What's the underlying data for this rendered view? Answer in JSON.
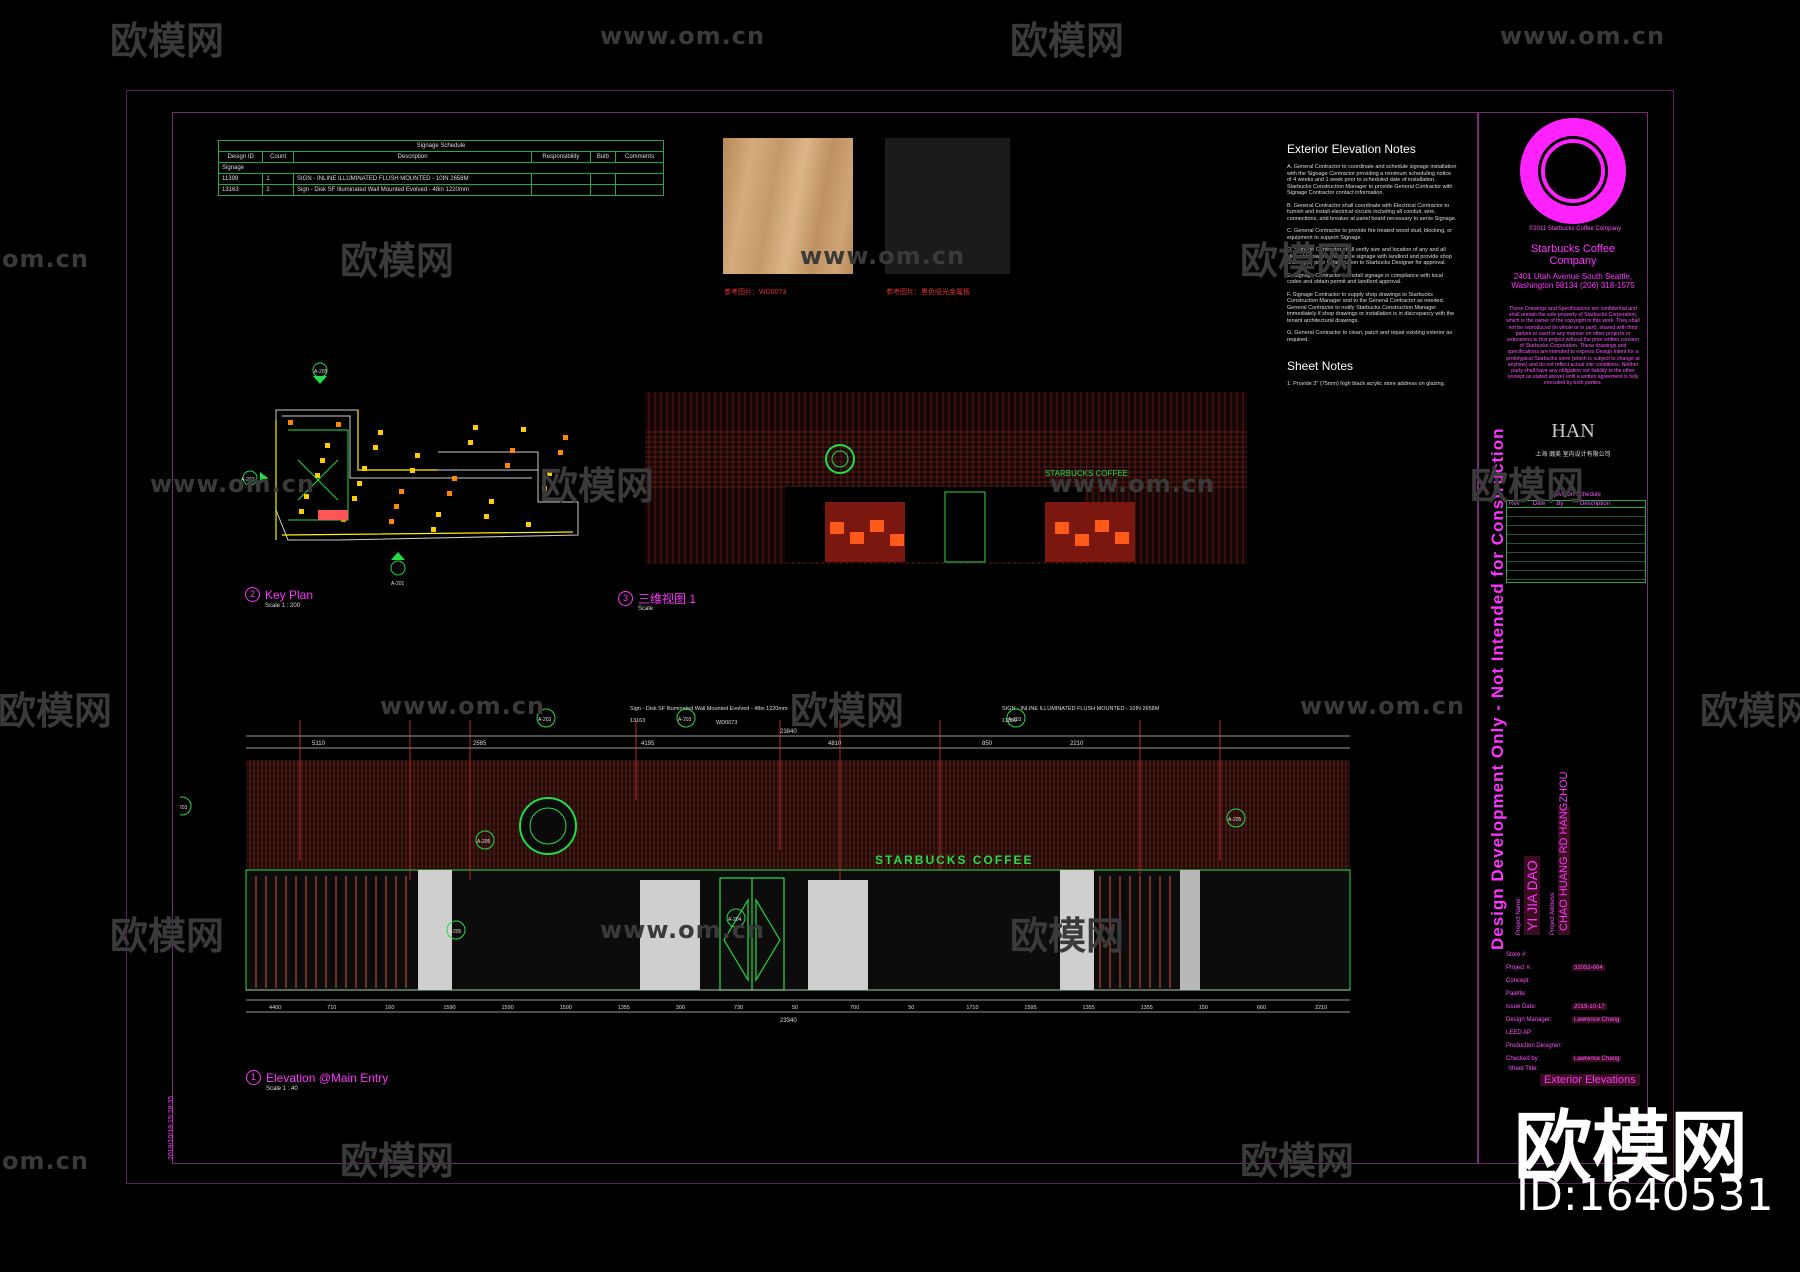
{
  "watermarks": {
    "brand_cn": "欧模网",
    "url": "www.om.cn",
    "url_short": "om.cn",
    "id_label": "ID:1640531"
  },
  "schedule": {
    "title": "Signage Schedule",
    "headers": [
      "Design ID",
      "Count",
      "Description",
      "Responsibility",
      "Bulb",
      "Comments"
    ],
    "subheader": "Signage",
    "rows": [
      {
        "id": "11399",
        "count": "1",
        "desc": "SIGN - INLINE ILLUMINATED FLUSH MOUNTED - 10IN 2658M",
        "resp": "",
        "bulb": "",
        "comments": ""
      },
      {
        "id": "13163",
        "count": "2",
        "desc": "Sign - Disk SF Illuminated Wall Mounted Evolved - 48in 1220mm",
        "resp": "",
        "bulb": "",
        "comments": ""
      }
    ]
  },
  "materials": [
    {
      "caption": "参考图片：WD0073",
      "color": "#c9a070"
    },
    {
      "caption": "参考图片：黑色哑光金属板",
      "color": "#1c1a18"
    }
  ],
  "exterior_notes": {
    "title": "Exterior Elevation Notes",
    "items": [
      "A. General Contractor to coordinate and schedule signage installation with the Signage Contractor providing a minimum scheduling notice of 4 weeks and 1 week prior to scheduled date of installation. Starbucks Construction Manager to provide General Contractor with Signage Contractor contact information.",
      "B. General Contractor shall coordinate with Electrical Contractor to furnish and install electrical circuits including all conduit, wire, connections, and breaker at panel board necessary to serve Signage.",
      "C. General Contractor to provide fire treated wood stud, blocking, or equipment to support Signage.",
      "D. Signage Contractor shall verify size and location of any and all allowable placement of pole signage with landlord and provide shop drawing(s) prior to fabrication to Starbucks Designer for approval.",
      "E. Signage Contractor to install signage in compliance with local codes and obtain permit and landlord approval.",
      "F. Signage Contractor to supply shop drawings to Starbucks Construction Manager and to the General Contractor as needed. General Contractor to notify Starbucks Construction Manager immediately if shop drawings or installation is in discrepancy with the tenant architectural drawings.",
      "G. General Contractor to clean, patch and repair existing exterior as required."
    ]
  },
  "sheet_notes": {
    "title": "Sheet Notes",
    "items": [
      "1. Provide 3\" (75mm) high black acrylic store address on glazing."
    ]
  },
  "views": {
    "key_plan": {
      "num": "2",
      "title": "Key Plan",
      "scale": "Scale 1 : 200"
    },
    "three_d": {
      "num": "3",
      "title": "三维视图 1",
      "scale": "Scale"
    },
    "elevation": {
      "num": "1",
      "title": "Elevation @Main Entry",
      "scale": "Scale 1 : 40"
    }
  },
  "elevation": {
    "top_dims": [
      "5110",
      "2585",
      "4195",
      "4810",
      "850",
      "2210"
    ],
    "overall_top": "23840",
    "bottom_dims": [
      "4400",
      "710",
      "160",
      "1590",
      "1590",
      "1590",
      "1355",
      "300",
      "730",
      "50",
      "700",
      "50",
      "1710",
      "1595",
      "1355",
      "1355",
      "150",
      "660",
      "2210"
    ],
    "overall_bottom": "23340",
    "sign_callout_left": "Sign - Disk SF Illuminated Wall Mounted Evolved - 48in 1220mm",
    "sign_id_left": "13163",
    "sign_callout_right": "SIGN - INLINE ILLUMINATED FLUSH MOUNTED - 10IN 2658M",
    "sign_id_right": "11399",
    "material_tag": "WD0073",
    "wordmark": "STARBUCKS COFFEE",
    "section_tags": [
      "A-203",
      "A-203",
      "A-203",
      "A-205",
      "A-204",
      "A-205",
      "A-203",
      "A-205"
    ]
  },
  "sidebar_vertical": "Design Development Only - Not Intended for Construction",
  "left_stamp": "2019/10/18 15:28:35",
  "title_block": {
    "company": "Starbucks Coffee Company",
    "address": "2401 Utah Avenue South Seattle, Washington 98134 (206) 318-1575",
    "copyright": "©2011 Starbucks Coffee Company",
    "legal": "These Drawings and Specifications are confidential and shall remain the sole property of Starbucks Corporation, which is the owner of the copyright in this work. They shall not be reproduced (in whole or in part), shared with third parties or used in any manner on other projects or extensions to this project without the prior written consent of Starbucks Corporation. These drawings and specifications are intended to express Design Intent for a prototypical Starbucks store (which is subject to change at anytime) and do not reflect actual site conditions. Neither party shall have any obligation nor liability to the other (except as stated above) until a written agreement is fully executed by both parties.",
    "designer_logo": "HAN",
    "designer_name": "上海 瀚美 室内设计有限公司",
    "revision_title": "Revision Schedule",
    "revision_headers": [
      "Rev",
      "Date",
      "By",
      "Description"
    ],
    "project_name_label": "Project Name:",
    "project_name": "YI JIA DAO",
    "project_address_label": "Project Address:",
    "project_address": "CHAO HUANG RD HANGZHOU",
    "fields": [
      {
        "label": "Store #:",
        "value": ""
      },
      {
        "label": "Project #:",
        "value": "32052-004"
      },
      {
        "label": "Concept:",
        "value": ""
      },
      {
        "label": "Palette:",
        "value": ""
      },
      {
        "label": "Issue Date:",
        "value": "2019-10-17"
      },
      {
        "label": "Design Manager:",
        "value": "Lawrence Chang"
      },
      {
        "label": "LEED AP:",
        "value": ""
      },
      {
        "label": "Production Designer:",
        "value": ""
      },
      {
        "label": "Checked by:",
        "value": "Lawrence Chang"
      }
    ],
    "sheet_title_label": "Sheet Title:",
    "sheet_title": "Exterior Elevations"
  },
  "colors": {
    "magenta": "#ff33ff",
    "green": "#22dd44",
    "cad_red": "#a0302a",
    "frame": "#7a2a7a"
  }
}
